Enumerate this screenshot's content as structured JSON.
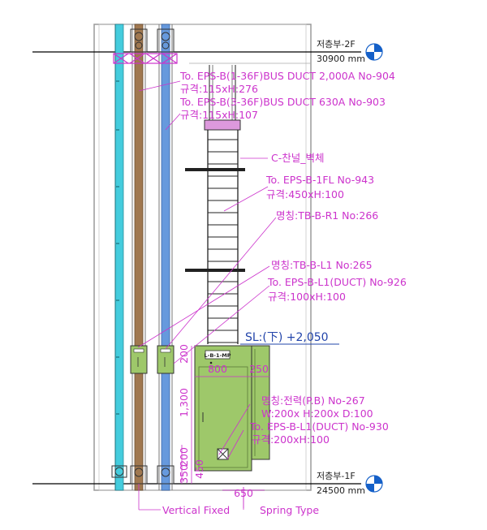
{
  "levels": {
    "upper": {
      "name": "저층부-2F",
      "elevation": "30900 mm"
    },
    "lower": {
      "name": "저층부-1F",
      "elevation": "24500 mm"
    }
  },
  "annotations": {
    "bus_duct_1": "To. EPS-B(1-36F)BUS DUCT 2,000A No-904",
    "bus_duct_1_size": "규격:115xH:276",
    "bus_duct_2": "To. EPS-B(3-36F)BUS DUCT 630A No-903",
    "bus_duct_2_size": "규격:115xH:107",
    "channel_wall": "C-찬널_벽체",
    "tray_943": "To. EPS-B-1FL No-943",
    "tray_943_size": "규격:450xH:100",
    "tb_r1": "명칭:TB-B-R1 No:266",
    "tb_l1": "명칭:TB-B-L1 No:265",
    "duct_926": "To. EPS-B-L1(DUCT) No-926",
    "duct_926_size": "규격:100xH:100",
    "sl_level": "SL:(下) +2,050",
    "panel_name": "명칭:전력(P.B) No-267",
    "panel_dims": "W:200x H:200x D:100",
    "duct_930": "To. EPS-B-L1(DUCT) No-930",
    "duct_930_size": "규격:200xH:100",
    "panel_tag": "L-B-1-MP",
    "vertical_fixed": "Vertical Fixed",
    "spring_type": "Spring Type"
  },
  "dimensions": {
    "top_gap": "200",
    "panel_width": "800",
    "side_width": "250",
    "panel_height": "1,300",
    "gap_200": "200",
    "gap_350": "350",
    "gap_450": "450",
    "base_width": "650"
  },
  "colors": {
    "annotation": "#cc33cc",
    "level_line": "#000000",
    "cyan_duct": "#44ccdd",
    "brown_duct": "#a07850",
    "blue_duct": "#6699dd",
    "panel_fill": "#9ec86a",
    "level_marker": "#1560c8"
  }
}
